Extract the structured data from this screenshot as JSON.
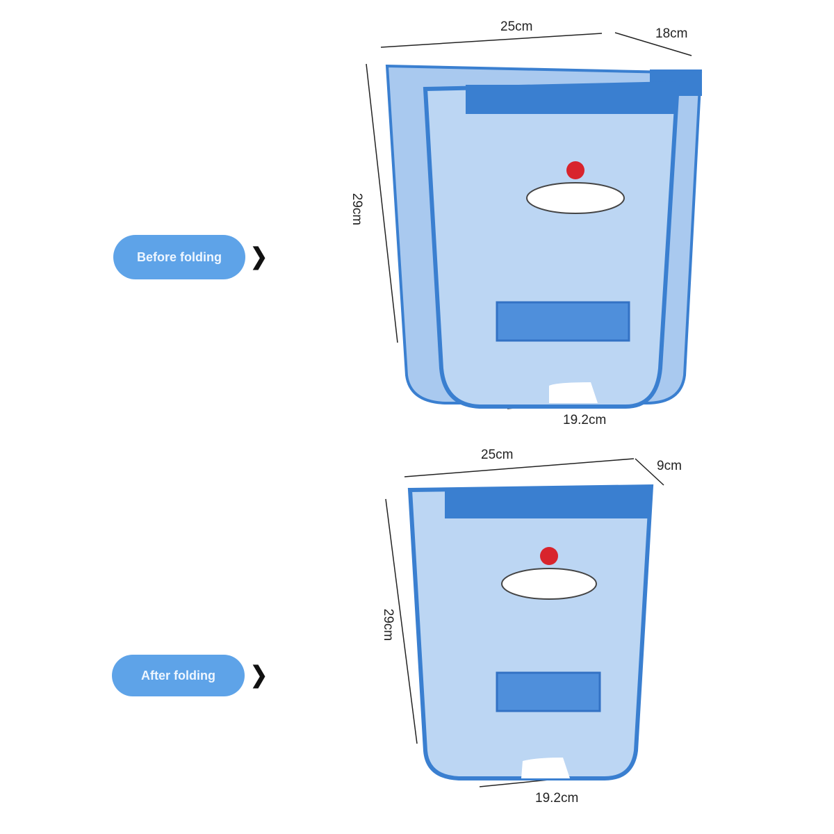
{
  "labels": {
    "before": "Before folding",
    "after": "After folding"
  },
  "before_dims": {
    "width": "25cm",
    "depth": "18cm",
    "height": "29cm",
    "bottom": "19.2cm"
  },
  "after_dims": {
    "width": "25cm",
    "depth": "9cm",
    "height": "29cm",
    "bottom": "19.2cm"
  },
  "colors": {
    "rim": "#3a7fd0",
    "body": "#bcd6f3",
    "pill": "#5ea3e8"
  }
}
